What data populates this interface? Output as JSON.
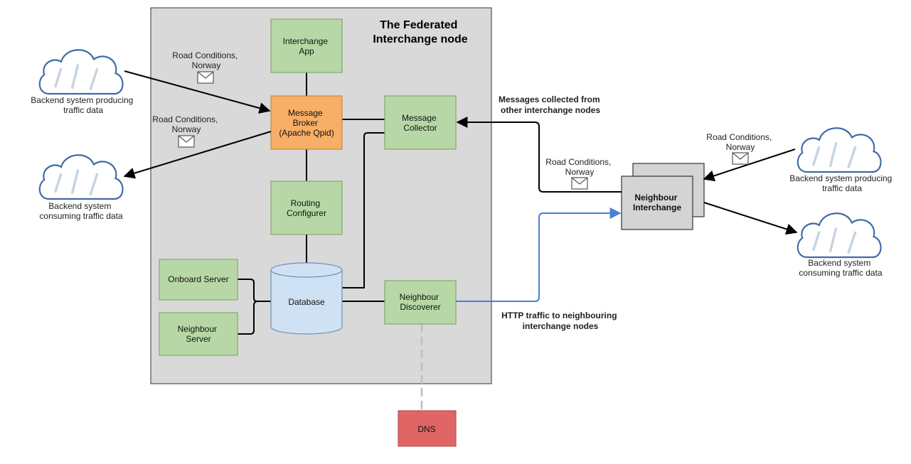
{
  "node": {
    "title_line1": "The Federated",
    "title_line2": "Interchange node"
  },
  "components": {
    "interchange_app": [
      "Interchange",
      "App"
    ],
    "message_broker": [
      "Message",
      "Broker",
      "(Apache Qpid)"
    ],
    "message_collector": [
      "Message",
      "Collector"
    ],
    "routing_configurer": [
      "Routing",
      "Configurer"
    ],
    "database": "Database",
    "onboard_server": "Onboard Server",
    "neighbour_server": [
      "Neighbour",
      "Server"
    ],
    "neighbour_discoverer": [
      "Neighbour",
      "Discoverer"
    ],
    "dns": "DNS",
    "neighbour_interchange": [
      "Neighbour",
      "Interchange"
    ]
  },
  "clouds": {
    "left_producer": [
      "Backend system producing",
      "traffic data"
    ],
    "left_consumer": [
      "Backend system",
      "consuming traffic data"
    ],
    "right_producer": [
      "Backend system producing",
      "traffic data"
    ],
    "right_consumer": [
      "Backend system",
      "consuming traffic data"
    ]
  },
  "messages": {
    "left_in": [
      "Road Conditions,",
      "Norway"
    ],
    "left_out": [
      "Road Conditions,",
      "Norway"
    ],
    "right_collected": [
      "Road Conditions,",
      "Norway"
    ],
    "right_in": [
      "Road Conditions,",
      "Norway"
    ]
  },
  "annotations": {
    "collected": [
      "Messages collected from",
      "other interchange nodes"
    ],
    "http": [
      "HTTP traffic to neighbouring",
      "interchange nodes"
    ]
  },
  "colors": {
    "container_fill": "#d9d9d9",
    "green_fill": "#b7d8a6",
    "green_stroke": "#83a86d",
    "orange_fill": "#f7ae66",
    "orange_stroke": "#c98a44",
    "db_fill": "#cfe2f3",
    "db_stroke": "#6c8ebf",
    "dns_fill": "#e06666",
    "dns_stroke": "#b85450",
    "neighbour_fill": "#d4d4d4",
    "cloud_stroke": "#3e6aa6",
    "http_line": "#4a7fd6"
  }
}
